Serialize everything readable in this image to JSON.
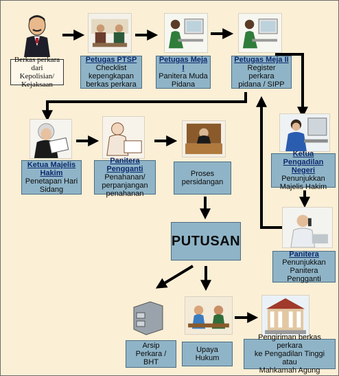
{
  "steps": {
    "berkas": {
      "lines": [
        "Berkas perkara",
        "dari Kepolisian/",
        "Kejaksaan"
      ]
    },
    "ptsp": {
      "title": "Petugas PTSP",
      "lines": [
        "Checklist",
        "kepengkapan",
        "berkas perkara"
      ]
    },
    "meja1": {
      "title": "Petugas Meja I",
      "lines": [
        "Panitera Muda",
        "Pidana"
      ]
    },
    "meja2": {
      "title": "Petugas Meja II",
      "lines": [
        "Register perkara",
        "pidana / SIPP"
      ]
    },
    "ketua_pn": {
      "title_lines": [
        "Ketua Pengadilan",
        "Negeri"
      ],
      "lines": [
        "Penunjukkan",
        "Majelis Hakim"
      ]
    },
    "panitera": {
      "title": "Panitera",
      "lines": [
        "Penunjukkan",
        "Panitera Pengganti"
      ]
    },
    "ketua_majelis": {
      "title_lines": [
        "Ketua Majelis",
        "Hakim"
      ],
      "lines": [
        "Penetapan Hari",
        "Sidang"
      ]
    },
    "panitera_pengganti": {
      "title": "Panitera Pengganti",
      "lines": [
        "Penahanan/",
        "perpanjangan",
        "penahanan"
      ]
    },
    "proses": {
      "lines": [
        "Proses",
        "persidangan"
      ]
    },
    "putusan": {
      "label": "PUTUSAN"
    },
    "arsip": {
      "lines": [
        "Arsip Perkara /",
        "BHT"
      ]
    },
    "upaya": {
      "label": "Upaya Hukum"
    },
    "pengiriman": {
      "lines": [
        "Pengiriman berkas perkara",
        "ke Pengadilan Tinggi atau",
        "Mahkamah Agung"
      ]
    }
  },
  "colors": {
    "box_fill": "#8fb4c7",
    "title_text": "#0b2a6e",
    "arrow": "#000000",
    "background": "#fbefd6"
  }
}
